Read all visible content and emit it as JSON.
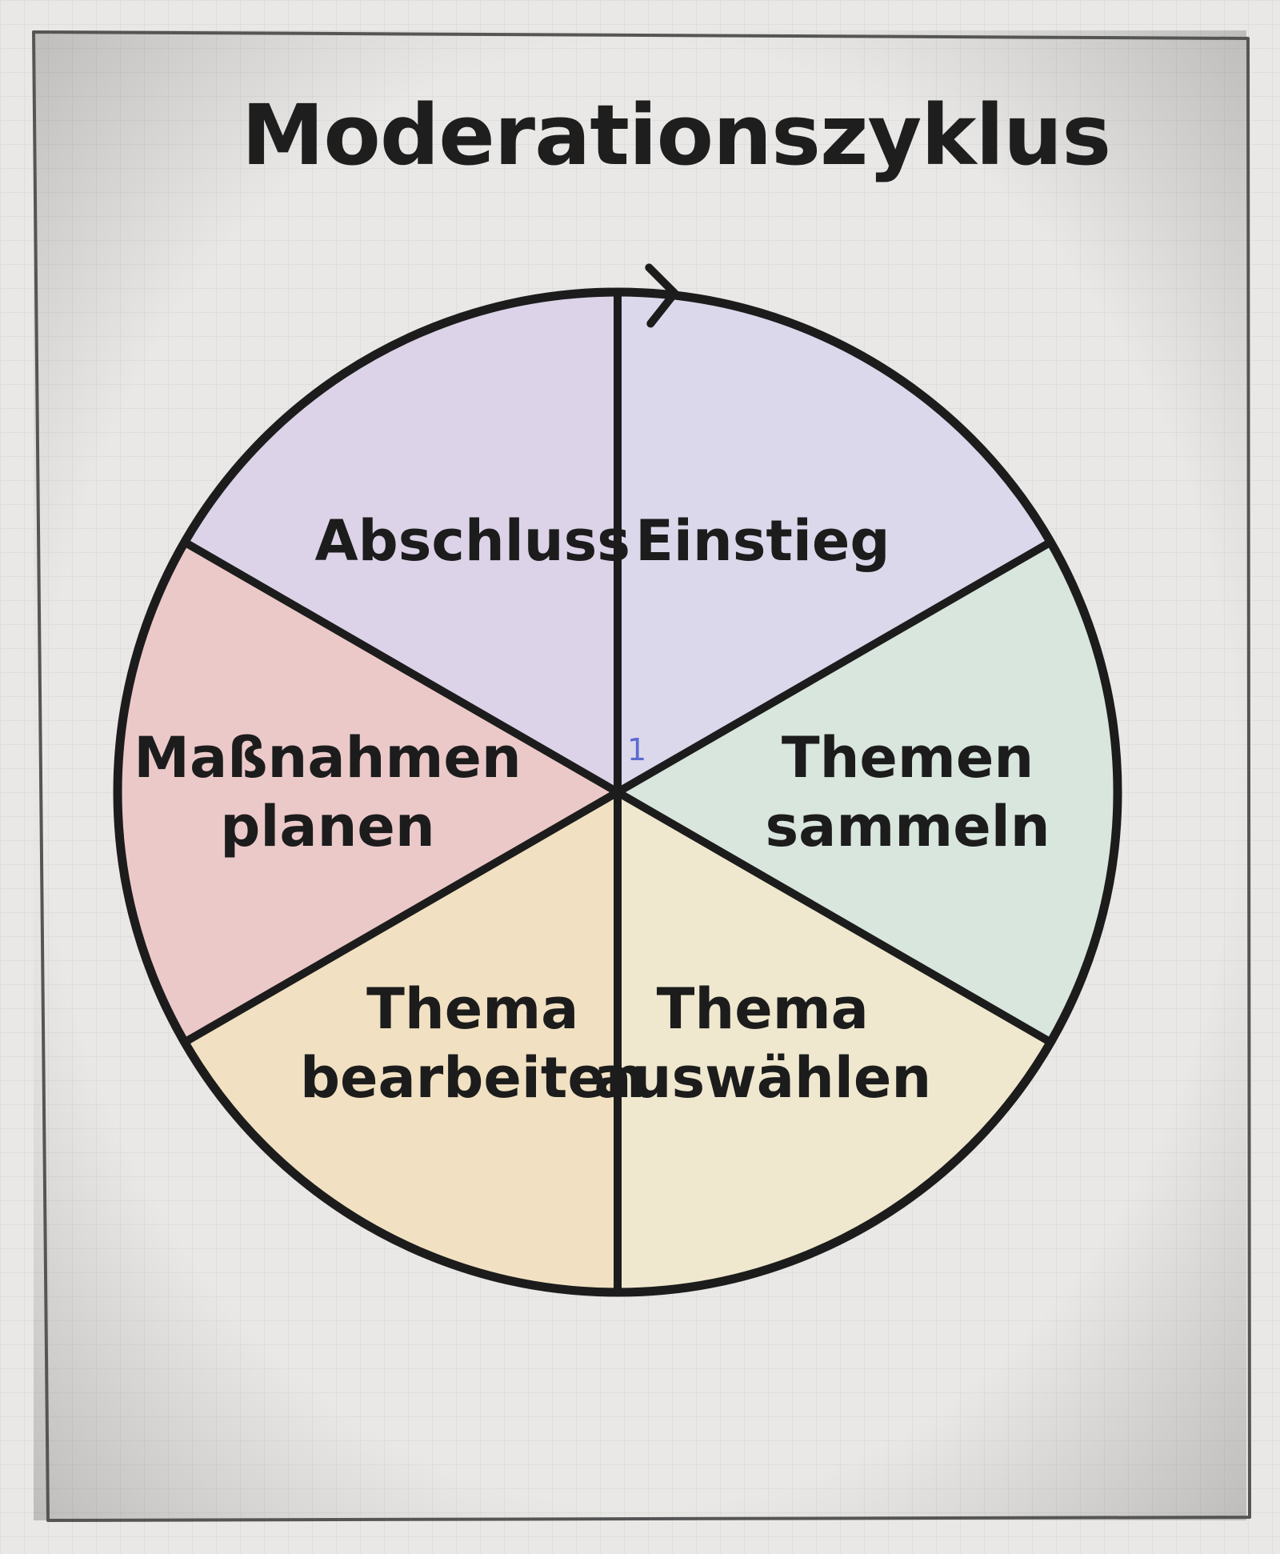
{
  "title": "Moderationszyklus",
  "start_marker": "1",
  "segments": [
    {
      "id": "einstieg",
      "lines": [
        "Einstieg"
      ],
      "color": "#dcd8ec"
    },
    {
      "id": "sammeln",
      "lines": [
        "Themen",
        "sammeln"
      ],
      "color": "#d8e6de"
    },
    {
      "id": "auswaehlen",
      "lines": [
        "Thema",
        "auswählen"
      ],
      "color": "#efe8cf"
    },
    {
      "id": "bearbeiten",
      "lines": [
        "Thema",
        "bearbeiten"
      ],
      "color": "#f1e1c2"
    },
    {
      "id": "planen",
      "lines": [
        "Maßnahmen",
        "planen"
      ],
      "color": "#ecc9c9"
    },
    {
      "id": "abschluss",
      "lines": [
        "Abschluss"
      ],
      "color": "#ddd3e8"
    }
  ],
  "colors": {
    "paper": "#e9e8e6",
    "ink": "#1c1c1c",
    "border": "#555555",
    "grid": "#d6d5d2"
  }
}
